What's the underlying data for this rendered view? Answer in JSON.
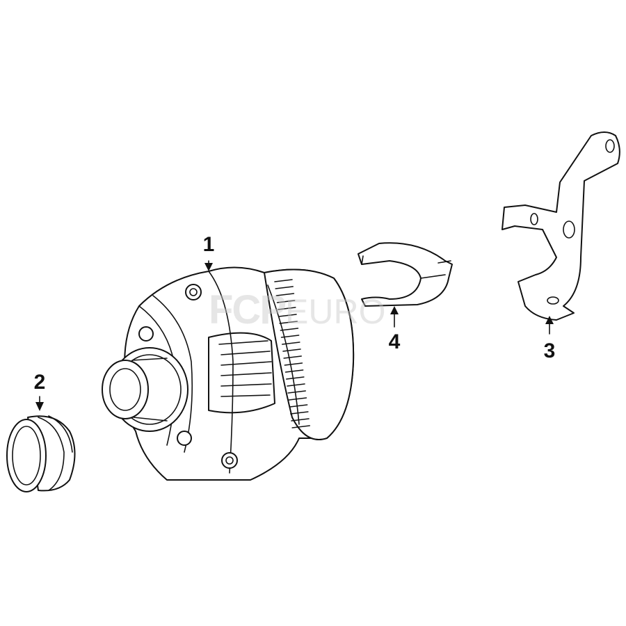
{
  "diagram": {
    "callouts": [
      {
        "label": "1",
        "part": "alternator"
      },
      {
        "label": "2",
        "part": "pulley"
      },
      {
        "label": "3",
        "part": "bracket"
      },
      {
        "label": "4",
        "part": "clip"
      }
    ],
    "watermark": {
      "brand": "FCP",
      "suffix": "EURO"
    },
    "colors": {
      "line": "#111111",
      "background": "#ffffff",
      "watermark": "#c8c8c8"
    }
  }
}
